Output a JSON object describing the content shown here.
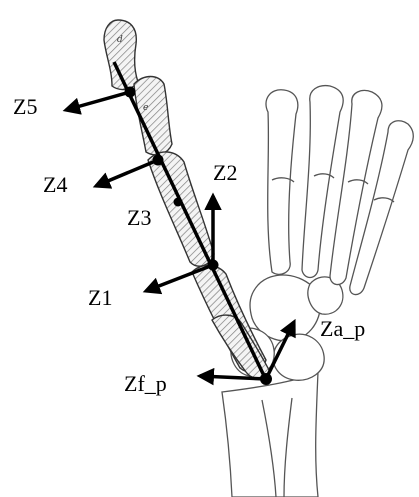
{
  "labels": {
    "z5": "Z5",
    "z4": "Z4",
    "z3": "Z3",
    "z2": "Z2",
    "z1": "Z1",
    "za_p": "Za_p",
    "zf_p": "Zf_p"
  },
  "segment_marks": {
    "distal": "d",
    "middle": "e"
  },
  "colors": {
    "outline": "#000000",
    "bone_fill": "#ffffff",
    "hatch": "#7a7a7a",
    "axis": "#000000"
  }
}
